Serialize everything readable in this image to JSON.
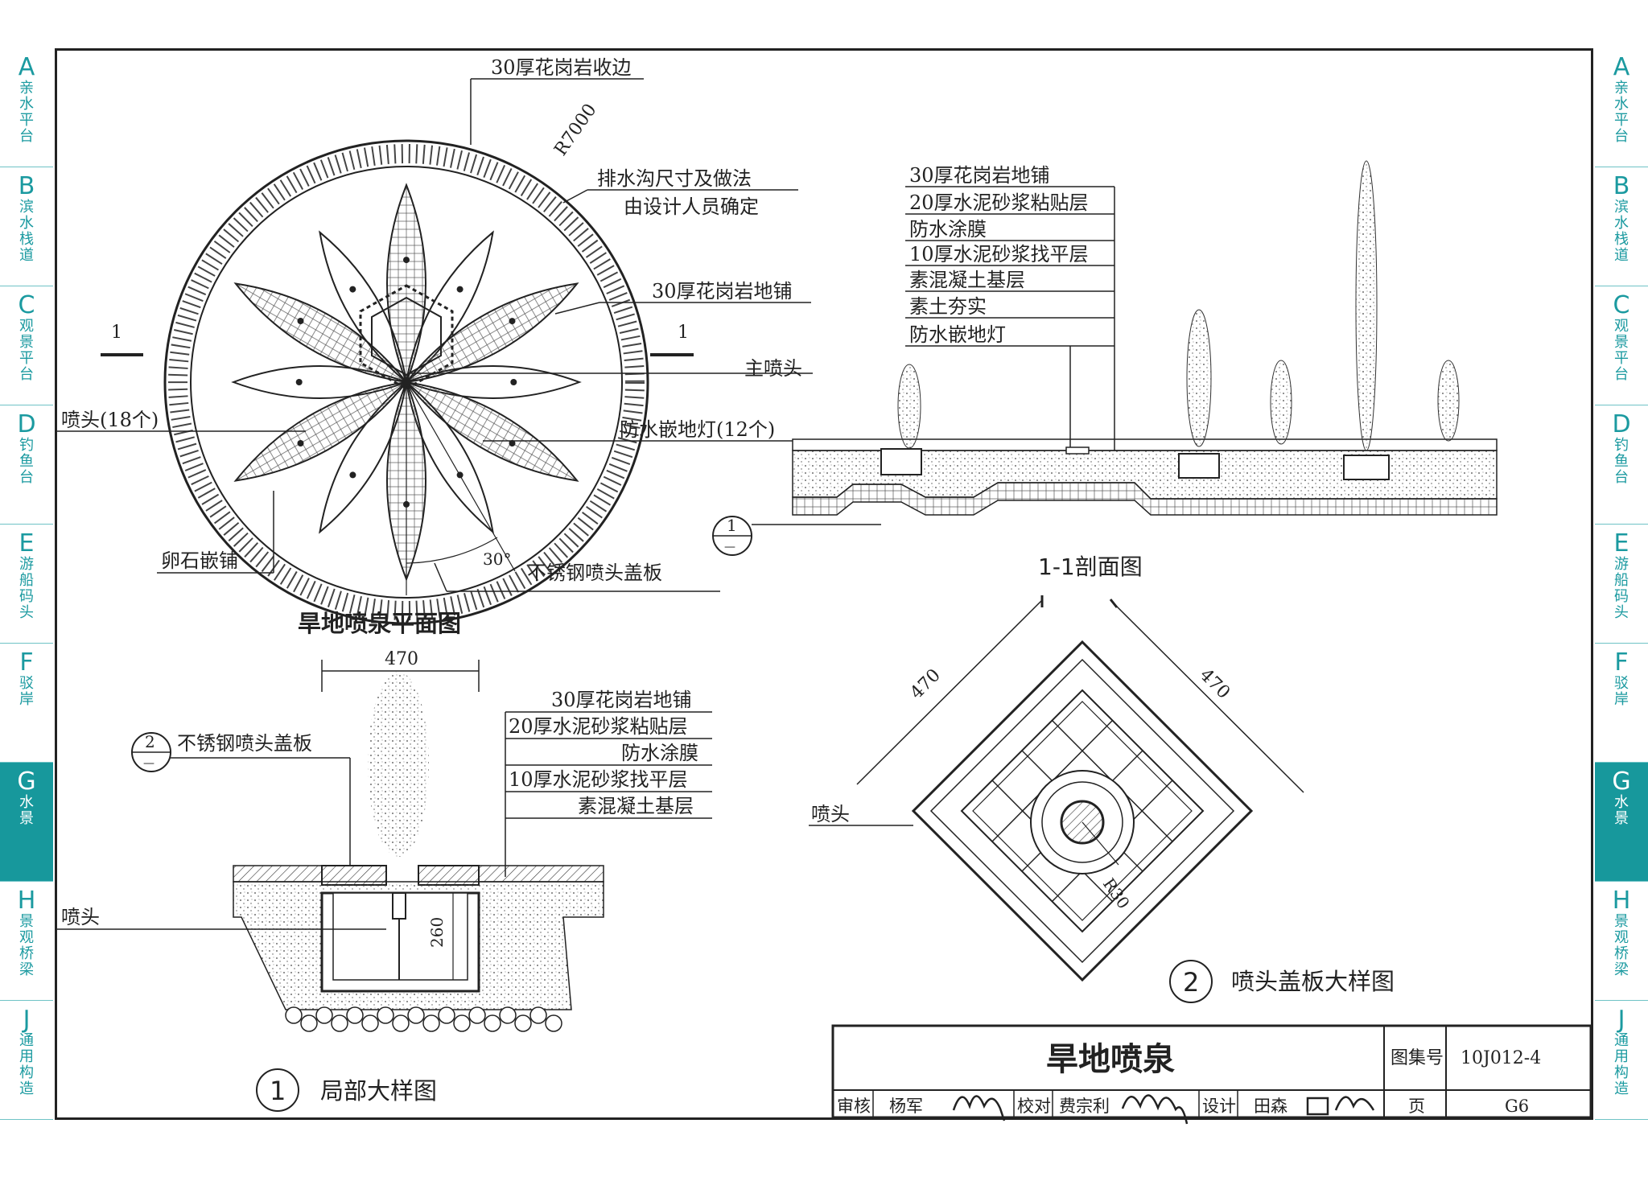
{
  "tabs": [
    {
      "letter": "A",
      "name": "亲水平台"
    },
    {
      "letter": "B",
      "name": "滨水栈道"
    },
    {
      "letter": "C",
      "name": "观景平台"
    },
    {
      "letter": "D",
      "name": "钓鱼台"
    },
    {
      "letter": "E",
      "name": "游船码头"
    },
    {
      "letter": "F",
      "name": "驳岸"
    },
    {
      "letter": "G",
      "name": "水景",
      "active": true
    },
    {
      "letter": "H",
      "name": "景观桥梁"
    },
    {
      "letter": "J",
      "name": "通用构造"
    }
  ],
  "plan": {
    "title": "旱地喷泉平面图",
    "label_edge": "30厚花岗岩收边",
    "label_radius": "R7000",
    "label_drain_1": "排水沟尺寸及做法",
    "label_drain_2": "由设计人员确定",
    "label_paving": "30厚花岗岩地铺",
    "section_mark": "1",
    "label_main_jet": "主喷头",
    "label_jets": "喷头(18个)",
    "label_lights": "防水嵌地灯(12个)",
    "label_pebble": "卵石嵌铺",
    "label_angle": "30°",
    "label_cover": "不锈钢喷头盖板"
  },
  "section": {
    "title": "1-1剖面图",
    "layers": [
      "30厚花岗岩地铺",
      "20厚水泥砂浆粘贴层",
      "防水涂膜",
      "10厚水泥砂浆找平层",
      "素混凝土基层",
      "素土夯实",
      "防水嵌地灯"
    ],
    "ref_num": "1",
    "ref_sub": "—"
  },
  "detail": {
    "title": "局部大样图",
    "number": "1",
    "dim_width": "470",
    "dim_depth": "260",
    "layers": [
      "30厚花岗岩地铺",
      "20厚水泥砂浆粘贴层",
      "防水涂膜",
      "10厚水泥砂浆找平层",
      "素混凝土基层"
    ],
    "label_cover": "不锈钢喷头盖板",
    "label_jet": "喷头",
    "ref_num": "2",
    "ref_sub": "—"
  },
  "cover": {
    "title": "喷头盖板大样图",
    "number": "2",
    "dim_a": "470",
    "dim_b": "470",
    "label_jet": "喷头",
    "label_radius": "R30"
  },
  "title_block": {
    "title": "旱地喷泉",
    "atlas_label": "图集号",
    "atlas_value": "10J012-4",
    "review_label": "审核",
    "review_name": "杨军",
    "check_label": "校对",
    "check_name": "费宗利",
    "design_label": "设计",
    "design_name": "田森",
    "page_label": "页",
    "page_value": "G6"
  },
  "colors": {
    "tab_accent": "#17989c",
    "line": "#222222"
  }
}
